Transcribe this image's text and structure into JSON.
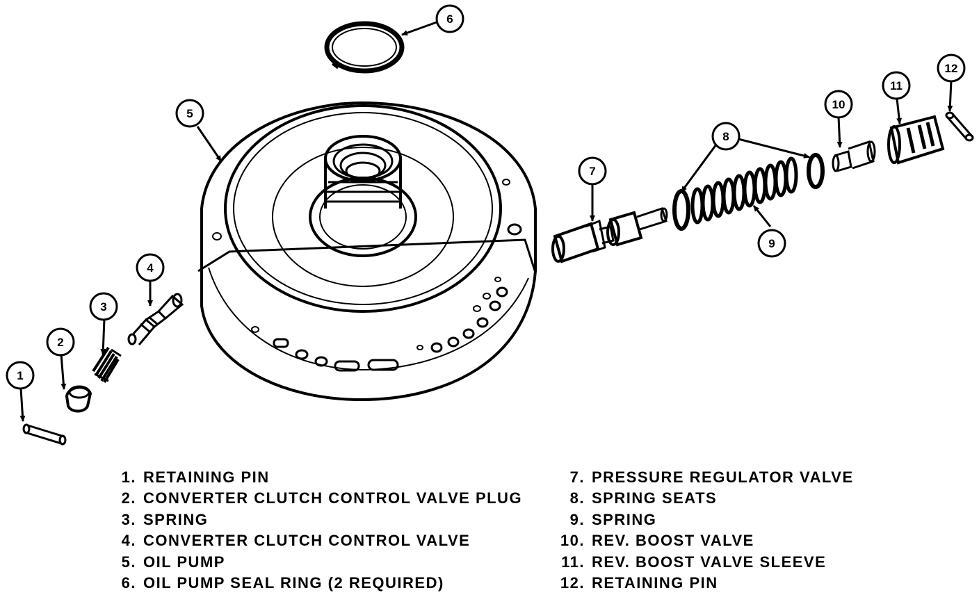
{
  "callouts": [
    "1",
    "2",
    "3",
    "4",
    "5",
    "6",
    "7",
    "8",
    "9",
    "10",
    "11",
    "12"
  ],
  "legend_left": [
    {
      "num": "1.",
      "label": "RETAINING PIN"
    },
    {
      "num": "2.",
      "label": "CONVERTER CLUTCH CONTROL VALVE PLUG"
    },
    {
      "num": "3.",
      "label": "SPRING"
    },
    {
      "num": "4.",
      "label": "CONVERTER CLUTCH CONTROL VALVE"
    },
    {
      "num": "5.",
      "label": "OIL PUMP"
    },
    {
      "num": "6.",
      "label": "OIL PUMP SEAL RING (2 REQUIRED)"
    }
  ],
  "legend_right": [
    {
      "num": "7.",
      "label": "PRESSURE REGULATOR VALVE"
    },
    {
      "num": "8.",
      "label": "SPRING SEATS"
    },
    {
      "num": "9.",
      "label": "SPRING"
    },
    {
      "num": "10.",
      "label": "REV. BOOST VALVE"
    },
    {
      "num": "11.",
      "label": "REV. BOOST VALVE SLEEVE"
    },
    {
      "num": "12.",
      "label": "RETAINING PIN"
    }
  ]
}
